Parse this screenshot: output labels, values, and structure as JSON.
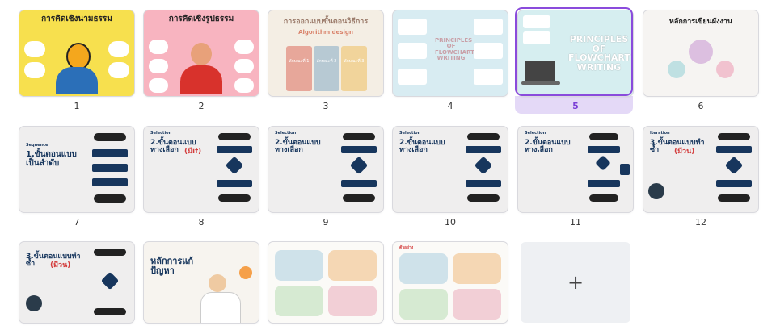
{
  "slides": [
    {
      "number": "1",
      "title": "การคิดเชิงนามธรรม",
      "bg": "#f7e04e"
    },
    {
      "number": "2",
      "title": "การคิดเชิงรูปธรรม",
      "bg": "#f8b4c0"
    },
    {
      "number": "3",
      "title": "การออกแบบขั้นตอนวิธีการ",
      "subtitle": "Algorithm design",
      "cols": [
        "ลักษณะที่ 1",
        "ลักษณะที่ 2",
        "ลักษณะที่ 3"
      ],
      "bg": "#f4eee4"
    },
    {
      "number": "4",
      "title": "PRINCIPLES OF FLOWCHART WRITING",
      "bg": "#d8ecf2"
    },
    {
      "number": "5",
      "title": "PRINCIPLES OF FLOWCHART WRITING",
      "bg": "#d6eef0",
      "selected": true
    },
    {
      "number": "6",
      "title": "หลักการเขียนผังงาน",
      "bg": "#f6f4f2"
    },
    {
      "number": "7",
      "label": "Sequence",
      "title": "1.ขั้นตอนแบบเป็นลำดับ",
      "bg": "#efeeee"
    },
    {
      "number": "8",
      "label": "Selection",
      "title": "2.ขั้นตอนแบบทางเลือก",
      "accent": "(มีif)",
      "bg": "#efeeee"
    },
    {
      "number": "9",
      "label": "Selection",
      "title": "2.ขั้นตอนแบบทางเลือก",
      "bg": "#efeeee"
    },
    {
      "number": "10",
      "label": "Selection",
      "title": "2.ขั้นตอนแบบทางเลือก",
      "bg": "#efeeee"
    },
    {
      "number": "11",
      "label": "Selection",
      "title": "2.ขั้นตอนแบบทางเลือก",
      "bg": "#efeeee"
    },
    {
      "number": "12",
      "label": "Iteration",
      "title": "3.ขั้นตอนแบบทำซ้ำ",
      "accent": "(มีวน)",
      "bg": "#efeeee"
    },
    {
      "number": "",
      "title": "3.ขั้นตอนแบบทำซ้ำ",
      "accent": "(มีวน)",
      "bg": "#efeeee"
    },
    {
      "number": "",
      "title": "หลักการแก้ปัญหา",
      "bg": "#f7f4ef"
    },
    {
      "number": "",
      "title": "",
      "bg": "#fbfaf7"
    },
    {
      "number": "",
      "title": "ตัวอย่าง",
      "bg": "#fbfaf7"
    }
  ],
  "add_slide": {
    "icon": "plus-icon",
    "label": "+"
  },
  "colors": {
    "selected": "#8a4bdc",
    "navy": "#17365d",
    "accent_red": "#d33c3c"
  }
}
